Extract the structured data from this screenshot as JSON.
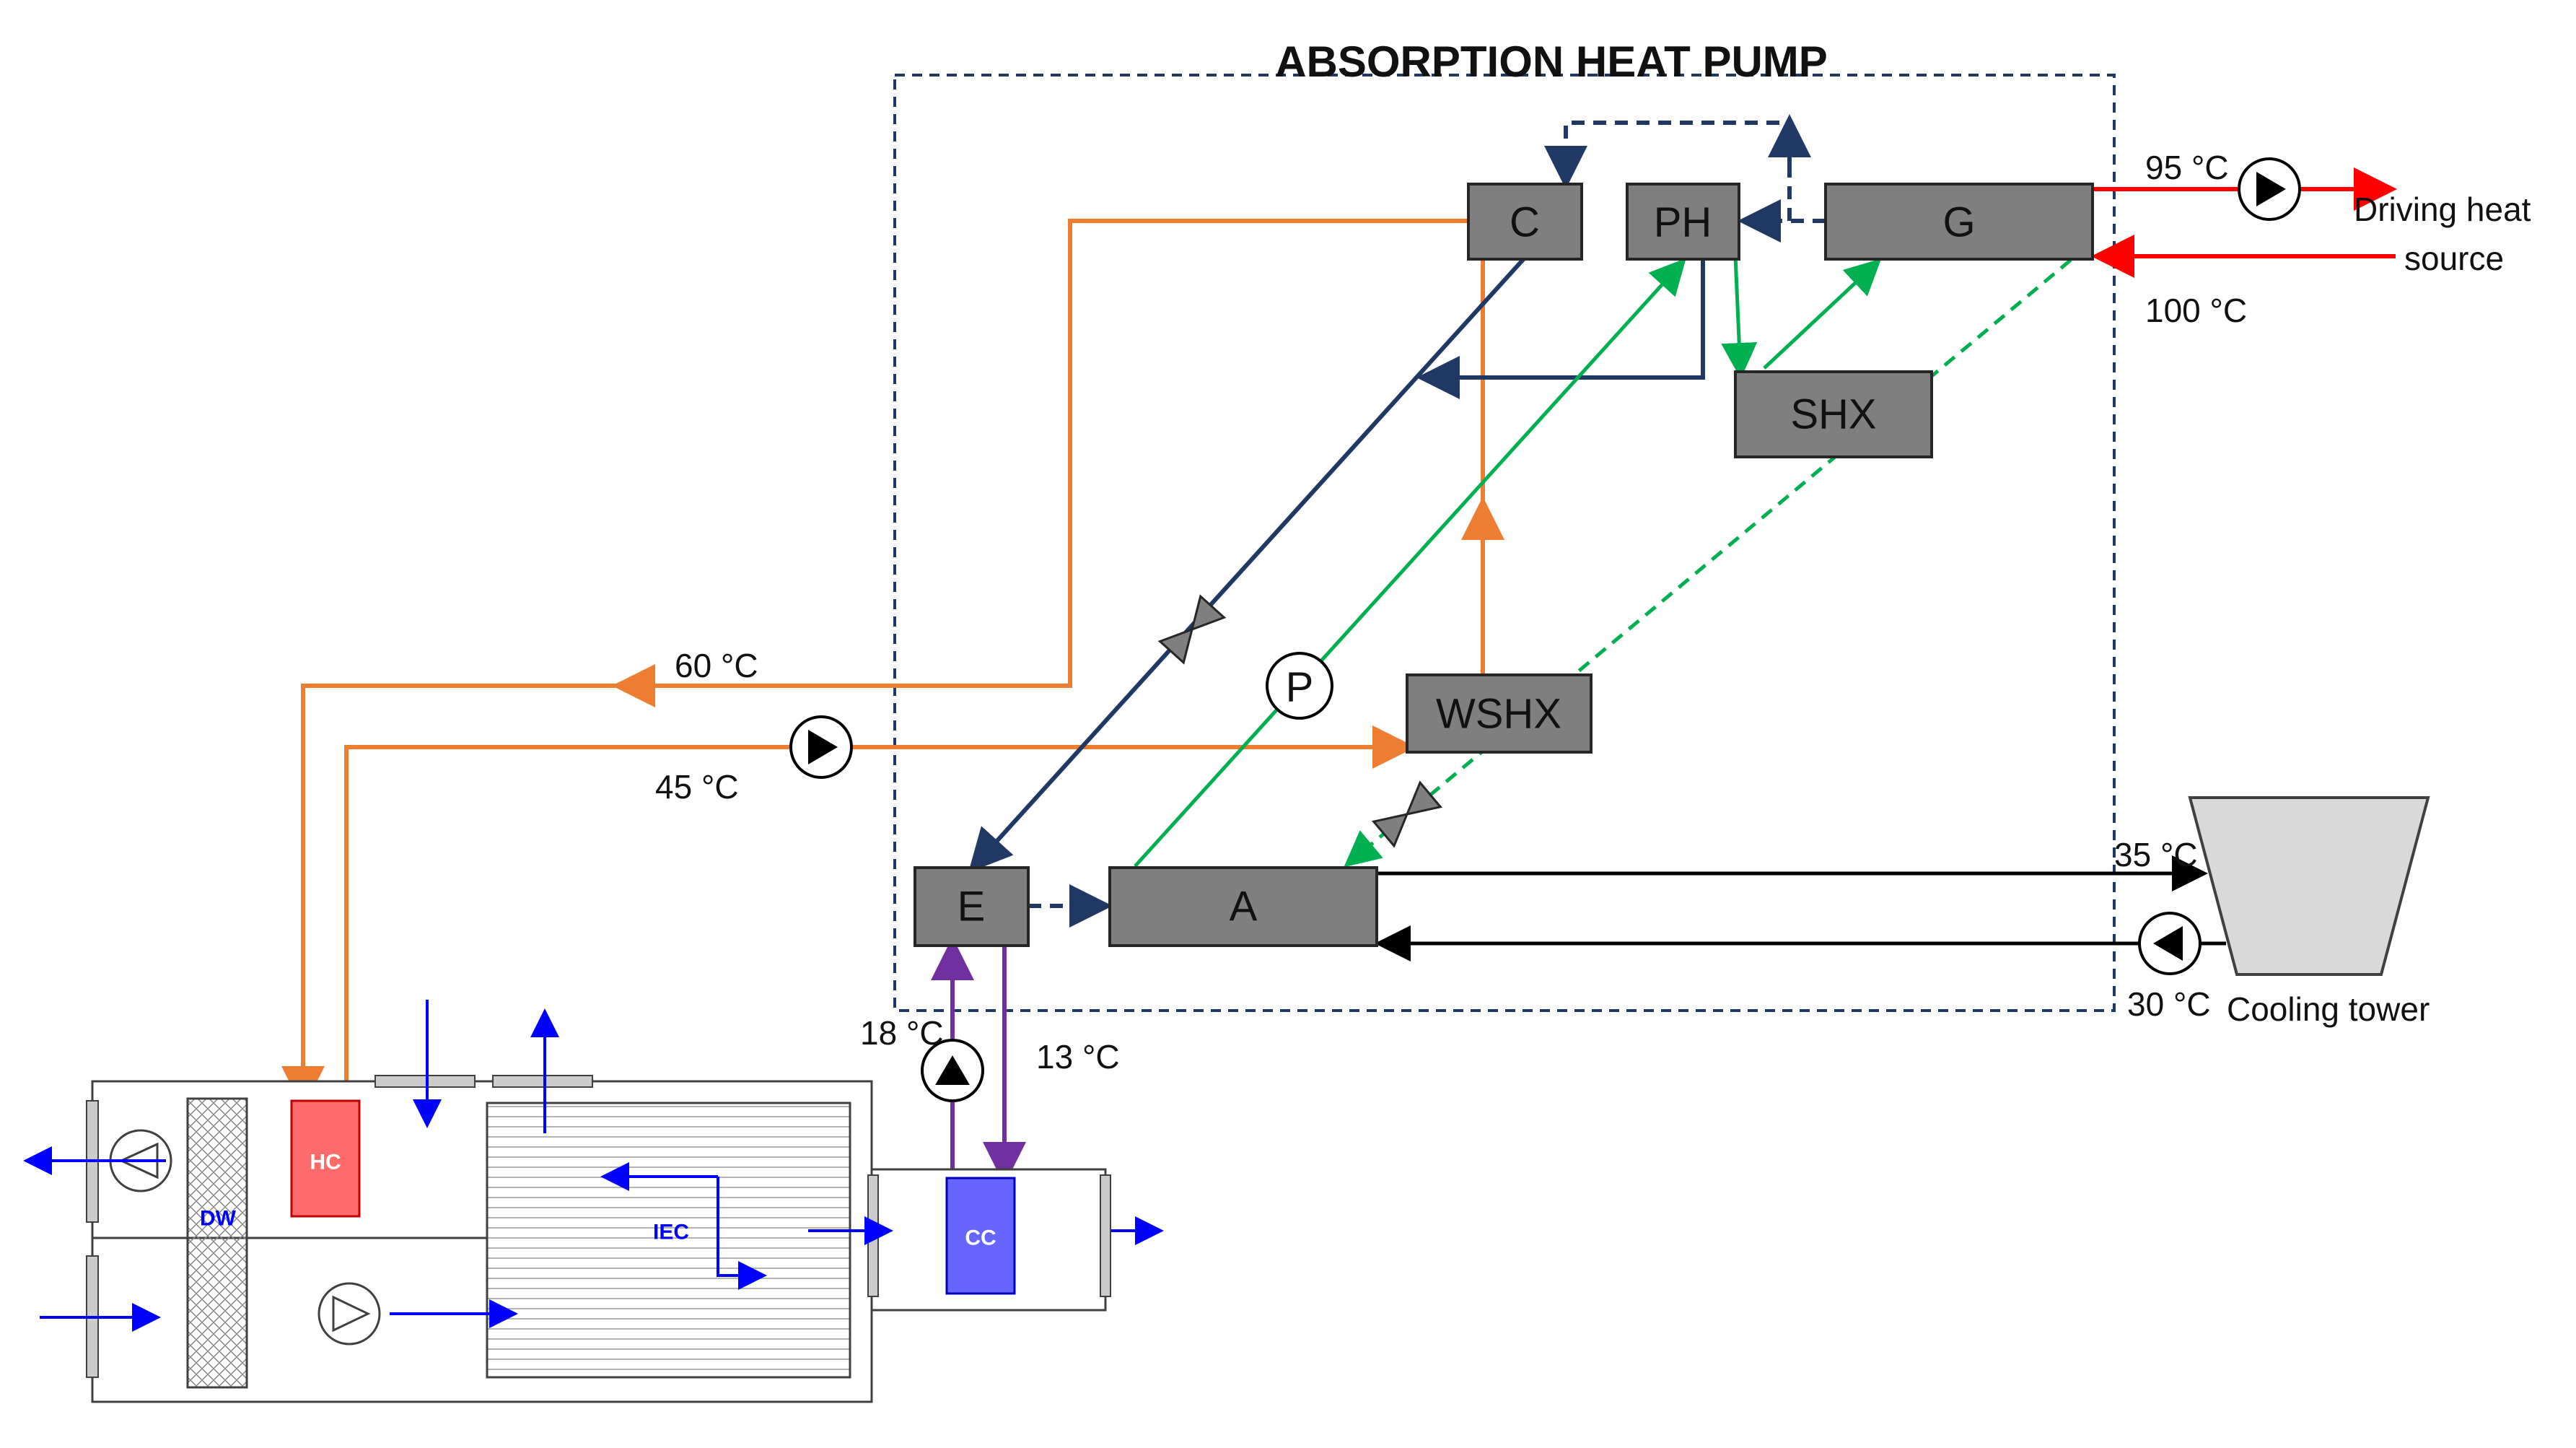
{
  "title": "ABSORPTION HEAT PUMP",
  "components": {
    "condenser": "C",
    "preheater": "PH",
    "generator": "G",
    "solution_hx": "SHX",
    "water_solution_hx": "WSHX",
    "evaporator": "E",
    "absorber": "A",
    "solution_pump": "P"
  },
  "temperatures": {
    "driving_supply": "95 °C",
    "driving_return": "100 °C",
    "hot_water_supply": "60 °C",
    "hot_water_return": "45 °C",
    "tower_supply": "35 °C",
    "tower_return": "30 °C",
    "chilled_return": "18 °C",
    "chilled_supply": "13 °C"
  },
  "labels": {
    "driving_line1": "Driving heat",
    "driving_line2": "source",
    "cooling_tower": "Cooling tower"
  },
  "ahu": {
    "desiccant_wheel": "DW",
    "heating_coil": "HC",
    "indirect_evaporative_cooler": "IEC",
    "cooling_coil": "CC"
  },
  "colors": {
    "hot_water": "#ED7D31",
    "driving_heat": "#FF0000",
    "refrigerant": "#1F3864",
    "solution": "#00B050",
    "chilled_water": "#7030A0",
    "cooling_water": "#000000",
    "air": "#0000FF",
    "component_fill": "#7F7F7F"
  }
}
